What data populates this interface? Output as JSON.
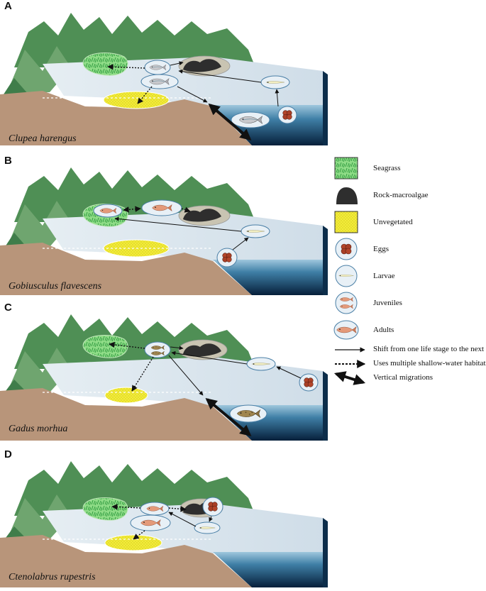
{
  "panels": [
    {
      "letter": "A",
      "species": "Clupea harengus"
    },
    {
      "letter": "B",
      "species": "Gobiusculus flavescens"
    },
    {
      "letter": "C",
      "species": "Gadus morhua"
    },
    {
      "letter": "D",
      "species": "Ctenolabrus rupestris"
    }
  ],
  "legend": {
    "seagrass": "Seagrass",
    "rock": "Rock-macroalgae",
    "unvegetated": "Unvegetated",
    "eggs": "Eggs",
    "larvae": "Larvae",
    "juveniles": "Juveniles",
    "adults": "Adults",
    "shift": "Shift from one life stage to the next",
    "multiple": "Uses multiple shallow-water habitats",
    "vertical": "Vertical migrations"
  },
  "colors": {
    "mountain_dark": "#3f7d4a",
    "mountain_light": "#6fa56f",
    "land": "#b8957a",
    "water_surface": "#dfe9f0",
    "deep_water": "#0b2f50",
    "seagrass": "#7fcf7a",
    "rock": "#3a3a3a",
    "unvegetated": "#f2ec3a",
    "egg": "#b3452a"
  }
}
